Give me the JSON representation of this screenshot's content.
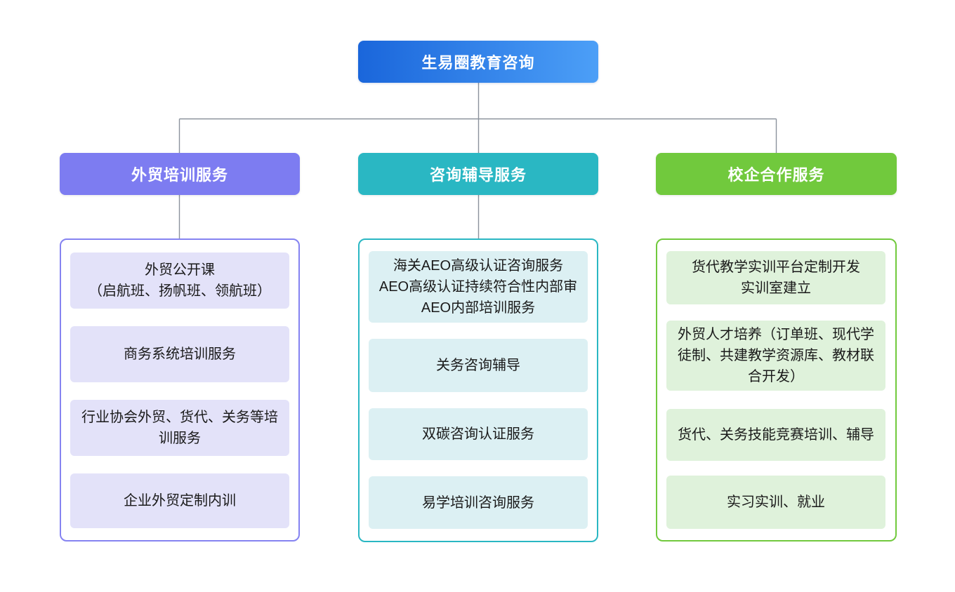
{
  "title": "生易圈教育咨询",
  "root": {
    "label": "生易圈教育咨询"
  },
  "branches": [
    {
      "label": "外贸培训服务",
      "accent_color": "#7d7cf1",
      "item_bg_color": "#e3e2f9",
      "items": [
        {
          "text": "外贸公开课\n（启航班、扬帆班、领航班）"
        },
        {
          "text": "商务系统培训服务"
        },
        {
          "text": "行业协会外贸、货代、关务等培\n训服务"
        },
        {
          "text": "企业外贸定制内训"
        }
      ]
    },
    {
      "label": "咨询辅导服务",
      "accent_color": "#2ab7c3",
      "item_bg_color": "#dcf0f3",
      "items": [
        {
          "text": "海关AEO高级认证咨询服务\nAEO高级认证持续符合性内部审\nAEO内部培训服务"
        },
        {
          "text": "关务咨询辅导"
        },
        {
          "text": "双碳咨询认证服务"
        },
        {
          "text": "易学培训咨询服务"
        }
      ]
    },
    {
      "label": "校企合作服务",
      "accent_color": "#71c93d",
      "item_bg_color": "#dff2db",
      "items": [
        {
          "text": "货代教学实训平台定制开发\n实训室建立"
        },
        {
          "text": "外贸人才培养（订单班、现代学\n徒制、共建教学资源库、教材联\n合开发）"
        },
        {
          "text": "货代、关务技能竞赛培训、辅导"
        },
        {
          "text": "实习实训、就业"
        }
      ]
    }
  ],
  "colors": {
    "root_gradient_start": "#1a66db",
    "root_gradient_end": "#4c9ff7",
    "branch_purple": "#7d7cf1",
    "branch_teal": "#2ab7c3",
    "branch_green": "#71c93d",
    "connector": "#8b929c",
    "background": "#ffffff",
    "text_dark": "#1a1a1a"
  }
}
